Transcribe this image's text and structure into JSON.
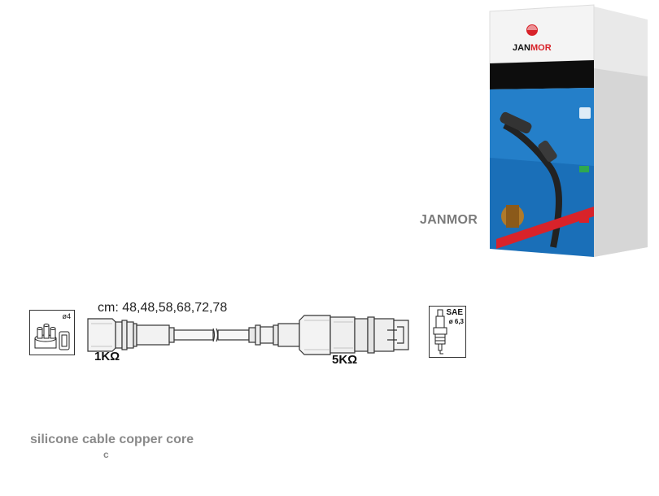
{
  "brand": {
    "name": "JANMOR",
    "box_logo": "JANMOR",
    "box_logo_prefix": "JAN",
    "box_logo_suffix": "MOR",
    "colors": {
      "primary_red": "#d8232a",
      "box_blue": "#1a6fb8",
      "box_black": "#0d0d0d"
    }
  },
  "diagram": {
    "lengths_label": "cm: 48,48,58,68,72,78",
    "resistance_left": "1KΩ",
    "resistance_right": "5KΩ",
    "distributor_icon": {
      "name": "distributor-cap-icon",
      "diameter_label": "ø4"
    },
    "spark_plug_icon": {
      "name": "spark-plug-icon",
      "standard": "SAE",
      "diameter_label": "ø 6,3"
    }
  },
  "description": {
    "line1": "silicone cable copper core",
    "line2": "c"
  }
}
